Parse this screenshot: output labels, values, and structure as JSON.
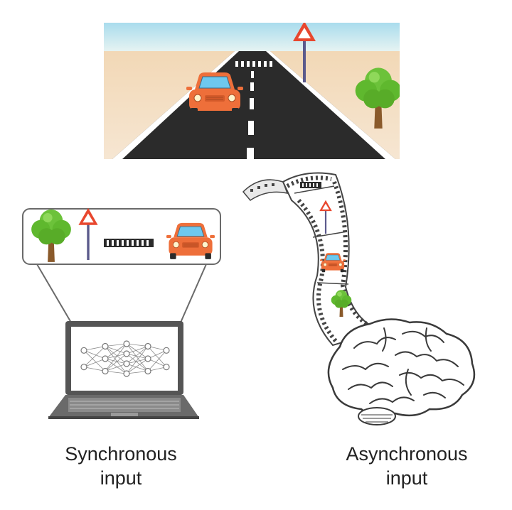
{
  "captions": {
    "synchronous": {
      "line1": "Synchronous",
      "line2": "input"
    },
    "asynchronous": {
      "line1": "Asynchronous",
      "line2": "input"
    }
  },
  "icons": [
    "tree-icon",
    "warning-sign-icon",
    "crosswalk-icon",
    "car-icon",
    "laptop-icon",
    "neural-network-icon",
    "film-strip-icon",
    "brain-icon"
  ],
  "colors": {
    "sky": "#bfe6f2",
    "ground": "#f3dcc0",
    "road": "#2b2b2b",
    "car": "#ee6f3a",
    "car_window": "#6ec8ee",
    "tree_leaves": "#5fb82e",
    "tree_trunk": "#8a5a2b",
    "sign_red": "#e8472e",
    "sign_pole": "#5b5a8c"
  }
}
